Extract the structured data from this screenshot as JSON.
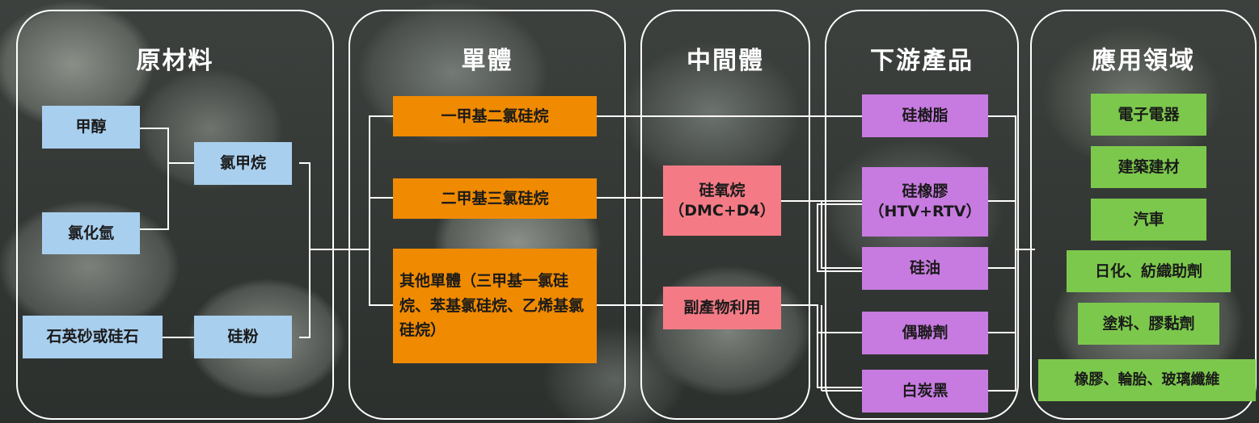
{
  "columns": {
    "raw": "原材料",
    "monomer": "單體",
    "intermediate": "中間體",
    "downstream": "下游產品",
    "application": "應用領域"
  },
  "raw_materials": {
    "methanol": "甲醇",
    "hcl": "氯化氫",
    "quartz": "石英砂或硅石",
    "methyl_chloride": "氯甲烷",
    "silicon_powder": "硅粉"
  },
  "monomers": {
    "m1": "一甲基二氯硅烷",
    "m2": "二甲基三氯硅烷",
    "m3": "其他單體（三甲基一氯硅烷、苯基氯硅烷、乙烯基氯硅烷）"
  },
  "intermediates": {
    "siloxane": "硅氧烷（DMC+D4）",
    "byproduct": "副產物利用"
  },
  "downstream": [
    "硅樹脂",
    "硅橡膠（HTV+RTV）",
    "硅油",
    "偶聯劑",
    "白炭黑"
  ],
  "applications": [
    "電子電器",
    "建築建材",
    "汽車",
    "日化、紡織助劑",
    "塗料、膠黏劑",
    "橡膠、輪胎、玻璃纖維"
  ],
  "colors": {
    "raw": "#a9cfee",
    "monomer": "#f08a00",
    "intermediate": "#f47b86",
    "downstream": "#c77be0",
    "application": "#7cc84c"
  }
}
